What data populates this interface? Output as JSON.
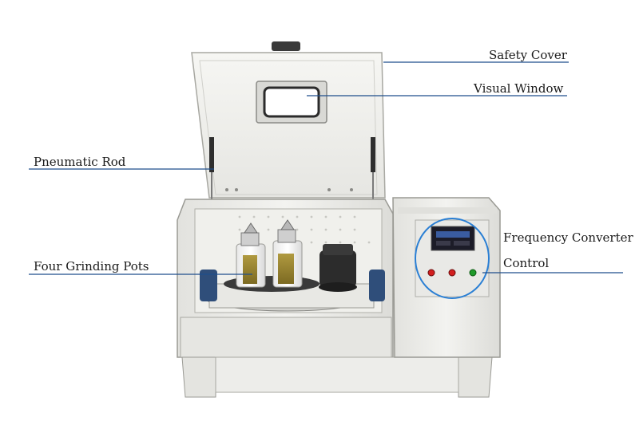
{
  "labels": {
    "safety_cover": "Safety Cover",
    "visual_window": "Visual Window",
    "pneumatic_rod": "Pneumatic Rod",
    "four_grinding_pots": "Four Grinding Pots",
    "frequency_converter_line1": "Frequency Converter",
    "frequency_converter_line2": "Control"
  },
  "colors": {
    "leader_line": "#1f4e8c",
    "highlight_circle": "#2a7fd4",
    "machine_body": "#ecece8",
    "machine_edge": "#9a9a94"
  }
}
